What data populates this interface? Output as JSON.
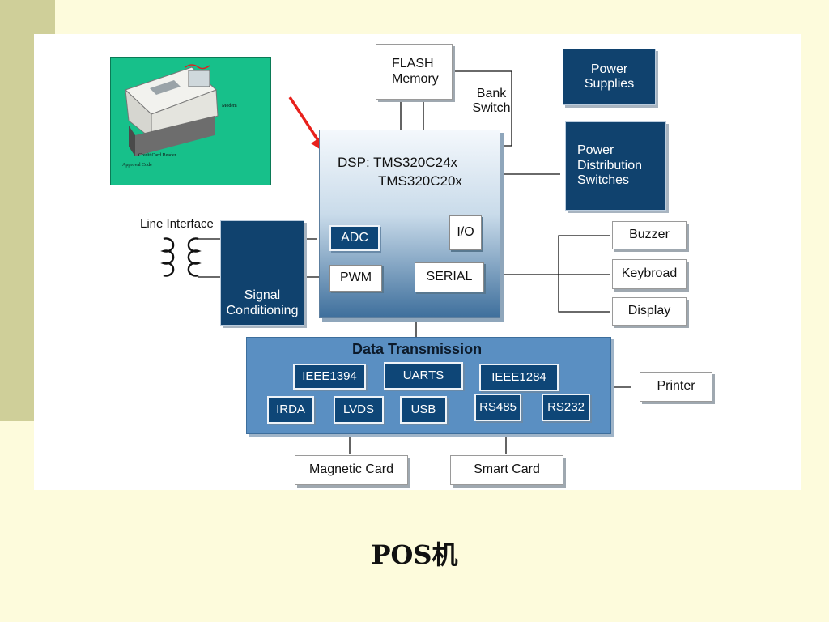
{
  "diagram": {
    "dsp": {
      "line1": "DSP: TMS320C24x",
      "line2": "TMS320C20x"
    },
    "flash_memory": [
      "FLASH",
      "Memory"
    ],
    "bank_switch": [
      "Bank",
      "Switch"
    ],
    "power_supplies": [
      "Power",
      "Supplies"
    ],
    "power_distribution": [
      "Power",
      "Distribution",
      "Switches"
    ],
    "line_interface": "Line Interface",
    "signal_conditioning": [
      "Signal",
      "Conditioning"
    ],
    "adc": "ADC",
    "io": "I/O",
    "pwm": "PWM",
    "serial": "SERIAL",
    "buzzer": "Buzzer",
    "keyboard": "Keybroad",
    "display": "Display",
    "data_transmission": {
      "title": "Data Transmission",
      "row1": [
        "IEEE1394",
        "UARTS",
        "IEEE1284"
      ],
      "row2": [
        "IRDA",
        "LVDS",
        "USB",
        "RS485",
        "RS232"
      ]
    },
    "printer": "Printer",
    "magnetic_card": "Magnetic Card",
    "smart_card": "Smart Card",
    "pos_image": {
      "modem_label": "Modem",
      "credit_card_reader": "Credit Card Reader",
      "approval_code": "Approval Code"
    }
  },
  "caption": "POS机",
  "colors": {
    "slide_background": "#fdfbdc",
    "sidebar_accent": "#cfcf99",
    "navy_block": "#10426e",
    "bus_blue": "#5a8fc2",
    "pointer_arrow": "#e8211c",
    "photo_background": "#17c08a"
  },
  "icons": [
    "transformer-coil-icon",
    "pointer-arrow-icon",
    "cash-register-icon"
  ]
}
